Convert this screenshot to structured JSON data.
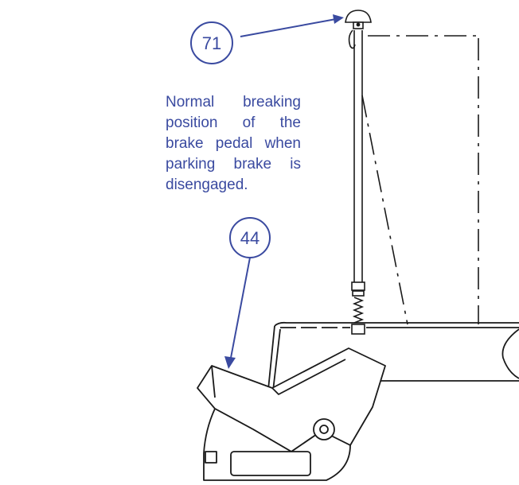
{
  "caption": "Normal breaking position of the brake pedal when parking brake is disengaged.",
  "callouts": [
    {
      "label": "71"
    },
    {
      "label": "44"
    }
  ],
  "colors": {
    "accent": "#3a4aa0",
    "line": "#1a1a1a"
  }
}
